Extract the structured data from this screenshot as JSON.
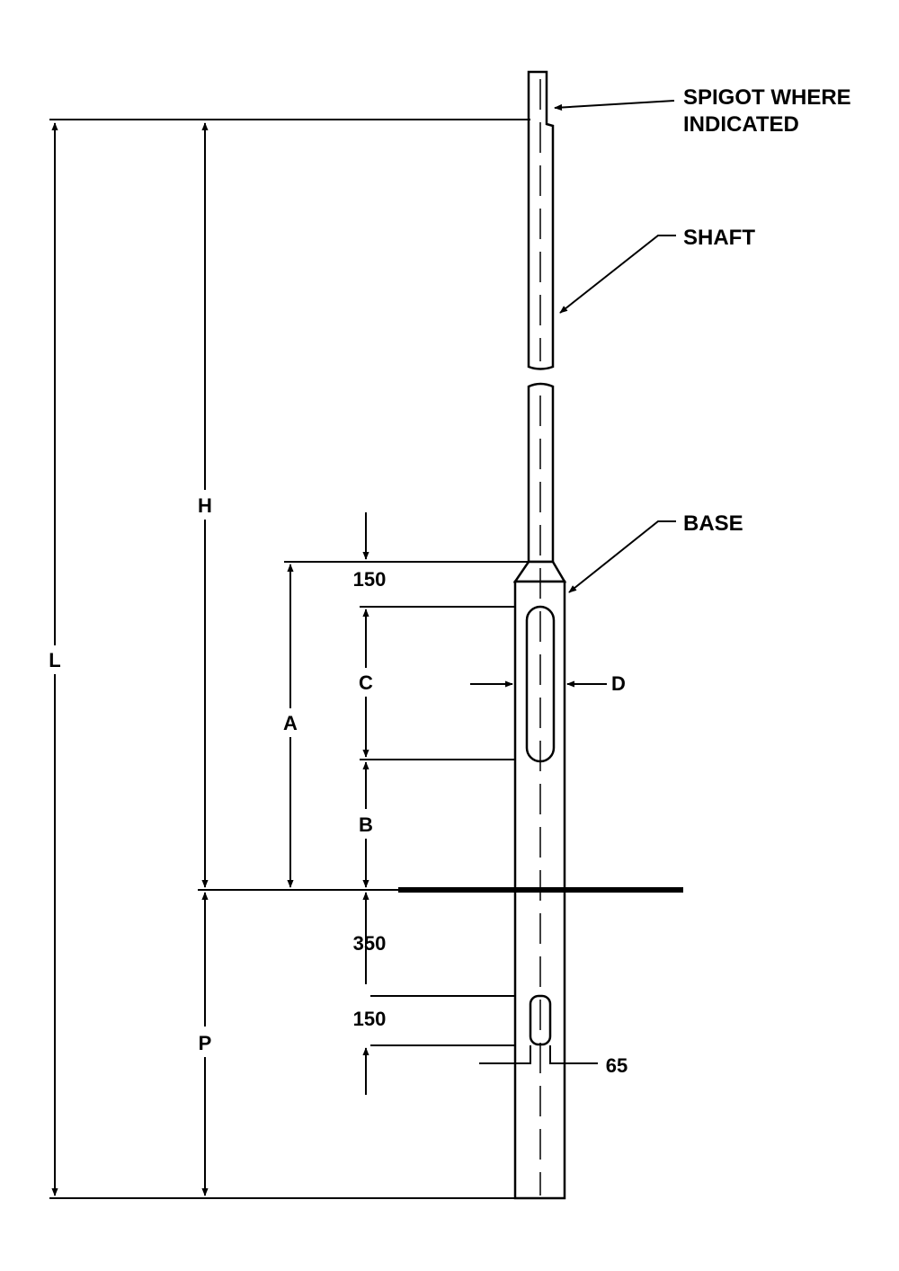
{
  "labels": {
    "spigot_line1": "SPIGOT WHERE",
    "spigot_line2": "INDICATED",
    "shaft": "SHAFT",
    "base": "BASE"
  },
  "dimensions": {
    "L": "L",
    "H": "H",
    "P": "P",
    "A": "A",
    "B": "B",
    "C": "C",
    "D": "D",
    "top_150": "150",
    "mid_350": "350",
    "low_150": "150",
    "width_65": "65"
  }
}
